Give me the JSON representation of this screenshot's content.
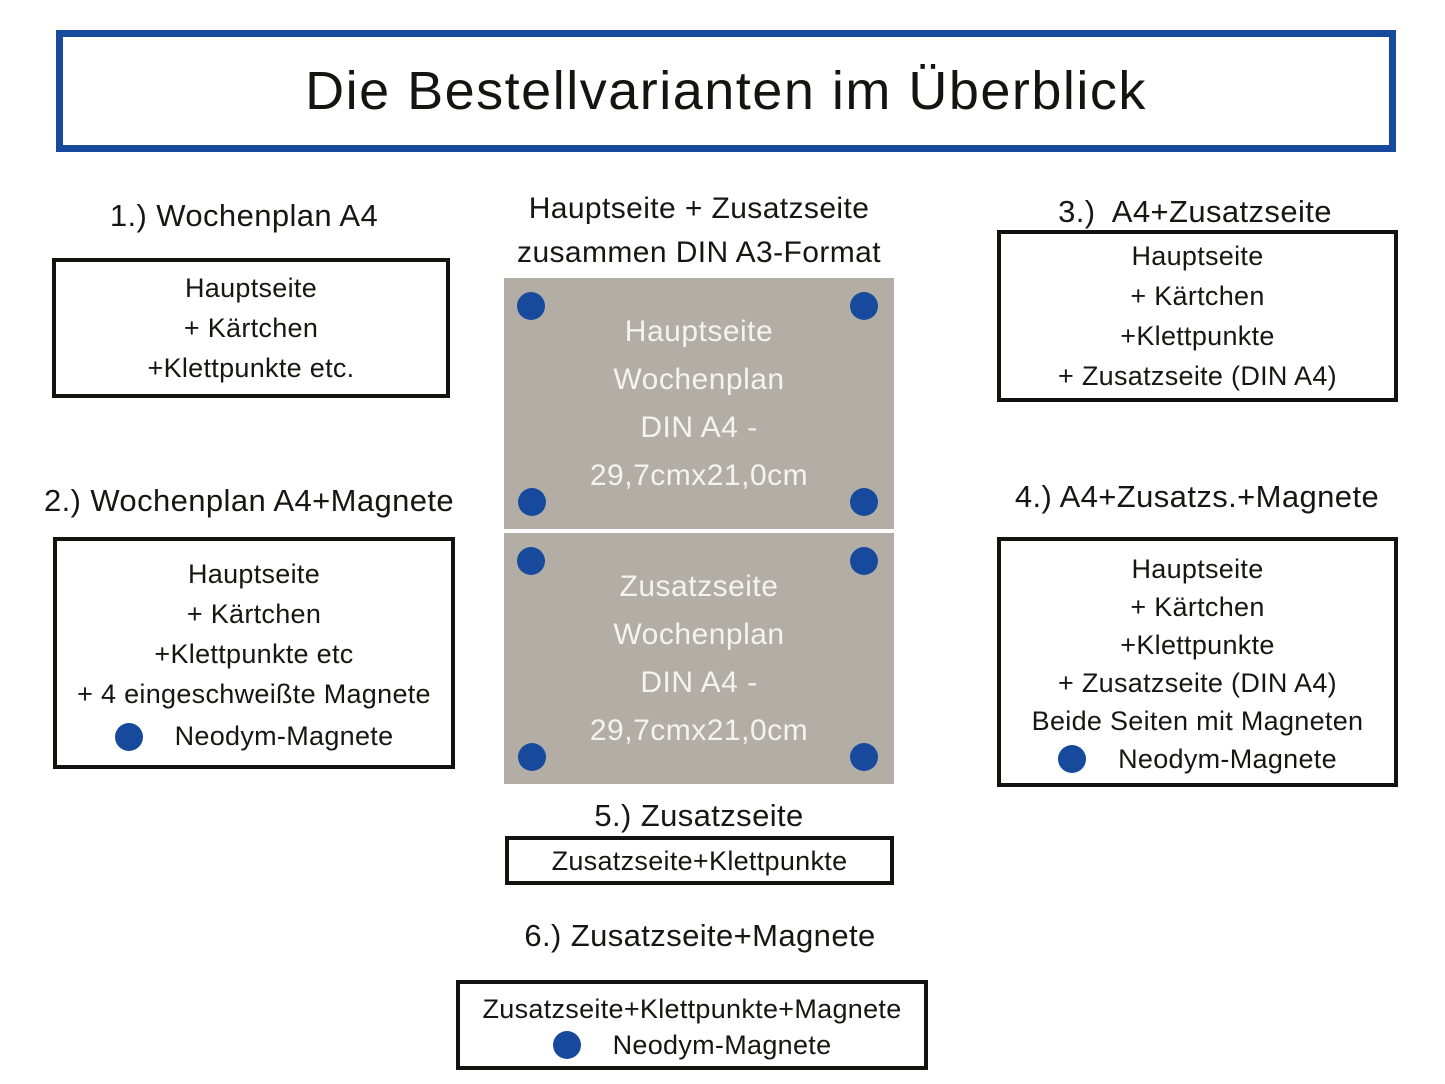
{
  "title": "Die Bestellvarianten im Überblick",
  "colors": {
    "accent_blue": "#17499C",
    "panel_gray": "#B3AEA5",
    "text_black": "#161614",
    "page_text_white": "#F5F3EE"
  },
  "center": {
    "heading_line1": "Hauptseite + Zusatzseite",
    "heading_line2": "zusammen DIN A3-Format",
    "page_top": {
      "lines": [
        "Hauptseite",
        "Wochenplan",
        "DIN A4 -",
        "29,7cmx21,0cm"
      ]
    },
    "page_bottom": {
      "lines": [
        "Zusatzseite",
        "Wochenplan",
        "DIN A4 -",
        "29,7cmx21,0cm"
      ]
    }
  },
  "variants": {
    "v1": {
      "heading": "1.) Wochenplan A4",
      "lines": [
        "Hauptseite",
        "+ Kärtchen",
        "+Klettpunkte etc."
      ]
    },
    "v2": {
      "heading": "2.) Wochenplan A4+Magnete",
      "lines": [
        "Hauptseite",
        "+ Kärtchen",
        "+Klettpunkte etc",
        "+ 4 eingeschweißte Magnete"
      ],
      "magnet_label": "Neodym-Magnete"
    },
    "v3": {
      "heading": "3.)  A4+Zusatzseite",
      "lines": [
        "Hauptseite",
        "+ Kärtchen",
        "+Klettpunkte",
        "+ Zusatzseite (DIN A4)"
      ]
    },
    "v4": {
      "heading": "4.) A4+Zusatzs.+Magnete",
      "lines": [
        "Hauptseite",
        "+ Kärtchen",
        "+Klettpunkte",
        "+ Zusatzseite (DIN A4)",
        "Beide Seiten mit Magneten"
      ],
      "magnet_label": "Neodym-Magnete"
    },
    "v5": {
      "heading": "5.) Zusatzseite",
      "box_label": "Zusatzseite+Klettpunkte"
    },
    "v6": {
      "heading": "6.) Zusatzseite+Magnete",
      "box_label": "Zusatzseite+Klettpunkte+Magnete",
      "magnet_label": "Neodym-Magnete"
    }
  }
}
